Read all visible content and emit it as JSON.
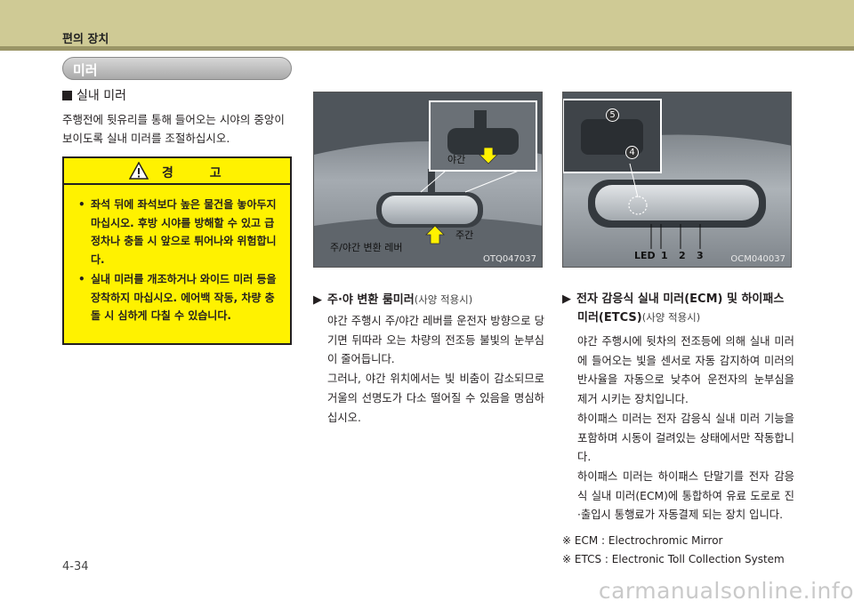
{
  "header": {
    "title": "편의 장치"
  },
  "section": {
    "title": "미러"
  },
  "interior_mirror": {
    "heading": "실내 미러",
    "lead": "주행전에 뒷유리를 통해 들어오는 시야의 중앙이 보이도록 실내 미러를 조절하십시오."
  },
  "warning": {
    "title": "경 고",
    "items": [
      "좌석 뒤에 좌석보다 높은 물건을 놓아두지 마십시오. 후방 시야를 방해할 수 있고 급정차나 충돌 시 앞으로 튀어나와 위험합니다.",
      "실내 미러를 개조하거나 와이드 미러 등을 장착하지 마십시오. 에어백 작동, 차량 충돌 시 심하게 다칠 수 있습니다."
    ]
  },
  "photo1": {
    "night_label": "야간",
    "day_label": "주간",
    "lever_label": "주/야간 변환 레버",
    "code": "OTQ047037"
  },
  "photo2": {
    "code": "OCM040037",
    "led_label": "LED",
    "n1": "1",
    "n2": "2",
    "n3": "3",
    "n4": "4",
    "n5": "5"
  },
  "day_night": {
    "title": "주·야 변환 룸미러",
    "option": "(사양 적용시)",
    "body": "야간 주행시 주/야간 레버를 운전자 방향으로 당기면 뒤따라 오는 차량의 전조등 불빛의 눈부심이 줄어듭니다.",
    "body2": "그러나, 야간 위치에서는 빛 비춤이 감소되므로 거울의 선명도가 다소 떨어질 수 있음을 명심하십시오."
  },
  "ecm": {
    "title_line1": "전자 감응식 실내 미러(ECM) 및 하이패스",
    "title_line2": "미러(ETCS)",
    "option": "(사양 적용시)",
    "p1": "야간 주행시에 뒷차의 전조등에 의해 실내 미러에 들어오는 빛을 센서로 자동 감지하여 미러의 반사율을 자동으로 낮추어 운전자의 눈부심을 제거 시키는 장치입니다.",
    "p2": "하이패스 미러는 전자 감응식 실내 미러 기능을 포함하며 시동이 걸려있는 상태에서만 작동합니다.",
    "p3": "하이패스 미러는 하이패스 단말기를 전자 감응식 실내 미러(ECM)에 통합하여 유료 도로로 진·출입시 통행료가 자동결제 되는 장치 입니다."
  },
  "notes": {
    "n1": "※ ECM : Electrochromic Mirror",
    "n2": "※ ETCS : Electronic Toll Collection System"
  },
  "page_number": "4-34",
  "watermark": "carmanualsonline.info",
  "colors": {
    "header_band": "#cfca95",
    "warning_bg": "#fff200",
    "pill": "#b0b0b0"
  }
}
